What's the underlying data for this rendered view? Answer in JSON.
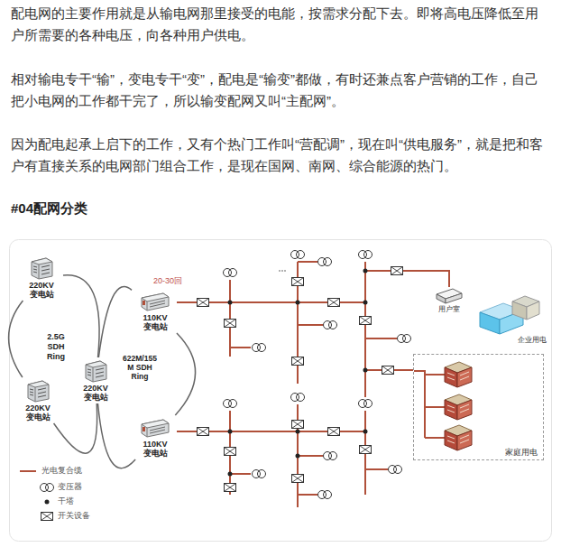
{
  "diagram": {
    "title": "#04配网分类",
    "nodes": [
      {
        "text": [
          "220KV 变电站"
        ]
      },
      {
        "text": [
          "220KV 变电站"
        ]
      },
      {
        "text": [
          "220KV 变电站"
        ]
      },
      {
        "text": [
          "110KV 变电站"
        ]
      },
      {
        "text": [
          "110KV 变电站"
        ]
      },
      {
        "text": [
          "用户室"
        ]
      },
      {
        "text": [
          "企业用电"
        ]
      },
      {
        "text": [
          "家庭用电"
        ]
      }
    ],
    "edges": [
      {
        "from": 0,
        "to": 2,
        "arrow": "none"
      },
      {
        "from": 2,
        "to": 1,
        "arrow": "none"
      },
      {
        "from": 1,
        "to": 0,
        "arrow": "none"
      },
      {
        "from": 2,
        "to": 3,
        "arrow": "none"
      },
      {
        "from": 3,
        "to": 4,
        "arrow": "none"
      },
      {
        "from": 4,
        "to": 2,
        "arrow": "none"
      }
    ],
    "labels": [
      "配电网的主要作用就是从输电网那里接受的电能，按需求分配下去。即将高电压降低至用户所需要的各种电压，向各种用户供电。",
      "相对输电专干“输”，变电专干“变”，配电是“输变”都做，有时还兼点客户营销的工作，自己把小电网的工作都干完了，所以输变配网又叫“主配网”。",
      "因为配电起承上启下的工作，又有个热门工作叫“营配调”，现在叫“供电服务”，就是把和客户有直接关系的电网部门组合工作，是现在国网、南网、综合能源的热门。",
      "2.5G SDH Ring",
      "622M/155 M SDH Ring",
      "20-30回"
    ],
    "legend": [
      {
        "text": "光电复合缆"
      },
      {
        "text": "变压器"
      },
      {
        "text": "干塔"
      },
      {
        "text": "开关设备"
      }
    ]
  }
}
